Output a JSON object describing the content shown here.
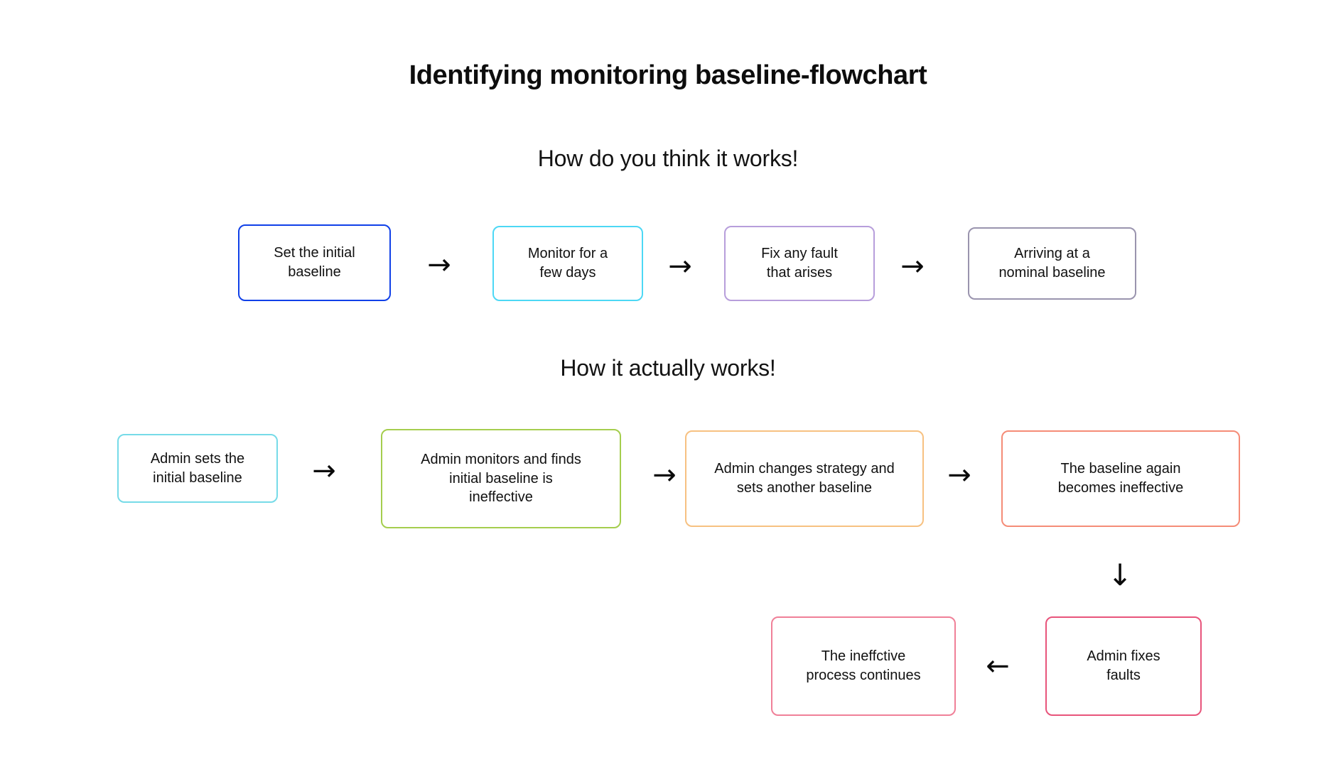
{
  "page": {
    "title": "Identifying monitoring baseline-flowchart",
    "background": "#ffffff",
    "text_color": "#111111"
  },
  "sections": [
    {
      "id": "expected",
      "heading": "How do you think it works!"
    },
    {
      "id": "actual",
      "heading": "How it actually works!"
    }
  ],
  "flow_expected": {
    "nodes": [
      {
        "id": "r1-0",
        "label": "Set the initial\nbaseline",
        "border_color": "#1040e8"
      },
      {
        "id": "r1-1",
        "label": "Monitor for a\nfew days",
        "border_color": "#4dd8f5"
      },
      {
        "id": "r1-2",
        "label": "Fix any fault\nthat arises",
        "border_color": "#b79edb"
      },
      {
        "id": "r1-3",
        "label": "Arriving at a\nnominal baseline",
        "border_color": "#9a94ae"
      }
    ],
    "connectors": [
      {
        "id": "a-r1-0",
        "glyph": "→",
        "direction": "right"
      },
      {
        "id": "a-r1-1",
        "glyph": "→",
        "direction": "right"
      },
      {
        "id": "a-r1-2",
        "glyph": "→",
        "direction": "right"
      }
    ]
  },
  "flow_actual": {
    "nodes": [
      {
        "id": "r2-0",
        "label": "Admin sets the\ninitial baseline",
        "border_color": "#76dbe8"
      },
      {
        "id": "r2-1",
        "label": "Admin monitors and finds\ninitial baseline is\nineffective",
        "border_color": "#a5ce4e"
      },
      {
        "id": "r2-2",
        "label": "Admin changes strategy and\nsets another baseline",
        "border_color": "#f7c181"
      },
      {
        "id": "r2-3",
        "label": "The baseline again\nbecomes ineffective",
        "border_color": "#f58c77"
      },
      {
        "id": "r3-0",
        "label": "The ineffctive\nprocess continues",
        "border_color": "#f08098"
      },
      {
        "id": "r3-1",
        "label": "Admin fixes\nfaults",
        "border_color": "#e8547b"
      }
    ],
    "connectors": [
      {
        "id": "a-r2-0",
        "glyph": "→",
        "direction": "right"
      },
      {
        "id": "a-r2-1",
        "glyph": "→",
        "direction": "right"
      },
      {
        "id": "a-r2-2",
        "glyph": "→",
        "direction": "right"
      },
      {
        "id": "a-down",
        "glyph": "↓",
        "direction": "down"
      },
      {
        "id": "a-left",
        "glyph": "←",
        "direction": "left"
      }
    ]
  }
}
